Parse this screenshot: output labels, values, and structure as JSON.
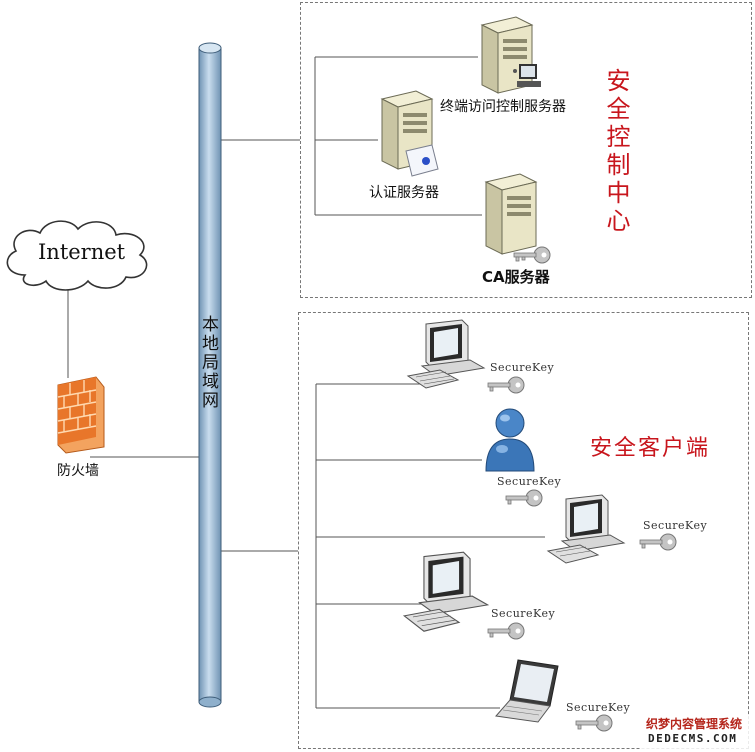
{
  "internet": {
    "label": "Internet"
  },
  "firewall": {
    "label": "防火墙"
  },
  "lan": {
    "label": "本地局域网"
  },
  "security_center": {
    "title": "安全控制中心",
    "servers": {
      "terminal": "终端访问控制服务器",
      "auth": "认证服务器",
      "ca": "CA服务器"
    }
  },
  "client_zone": {
    "title": "安全客户端",
    "key_label": "SecureKey"
  },
  "watermark": {
    "line1": "织梦内容管理系统",
    "line2": "DEDECMS.COM"
  },
  "colors": {
    "accent_red": "#c8161d",
    "pipe_blue": "#a9c3d9",
    "firewall_orange": "#e8762a",
    "user_blue": "#4a86c8"
  },
  "icons": [
    "cloud-icon",
    "firewall-icon",
    "server-icon",
    "certificate-icon",
    "key-icon",
    "desktop-computer-icon",
    "user-icon",
    "laptop-icon"
  ]
}
